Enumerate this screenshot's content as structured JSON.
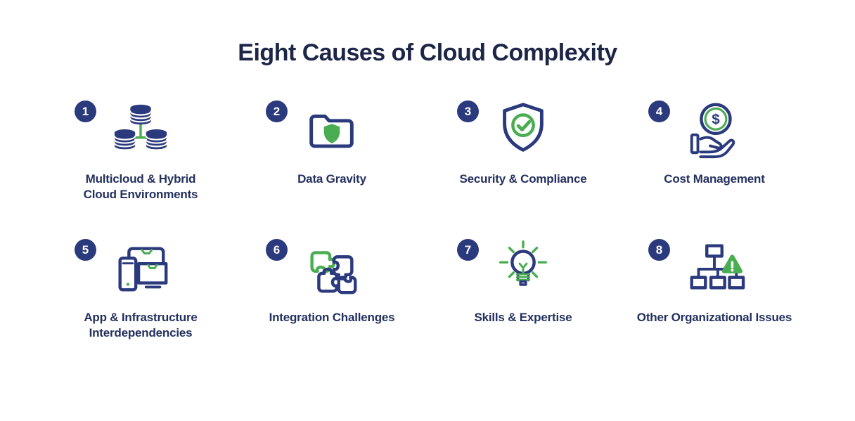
{
  "title": "Eight Causes of Cloud Complexity",
  "colors": {
    "navy": "#2b3a7d",
    "title_navy": "#1d2647",
    "label_navy": "#24305e",
    "green": "#4aad52",
    "bg": "#ffffff"
  },
  "items": [
    {
      "number": "1",
      "label": "Multicloud & Hybrid Cloud Environments",
      "icon": "databases-icon"
    },
    {
      "number": "2",
      "label": "Data Gravity",
      "icon": "folder-shield-icon"
    },
    {
      "number": "3",
      "label": "Security & Compliance",
      "icon": "shield-check-icon"
    },
    {
      "number": "4",
      "label": "Cost Management",
      "icon": "hand-coin-icon"
    },
    {
      "number": "5",
      "label": "App & Infrastructure Interdependencies",
      "icon": "devices-icon"
    },
    {
      "number": "6",
      "label": "Integration Challenges",
      "icon": "puzzle-icon"
    },
    {
      "number": "7",
      "label": "Skills & Expertise",
      "icon": "lightbulb-icon"
    },
    {
      "number": "8",
      "label": "Other Organizational Issues",
      "icon": "org-chart-warning-icon"
    }
  ]
}
